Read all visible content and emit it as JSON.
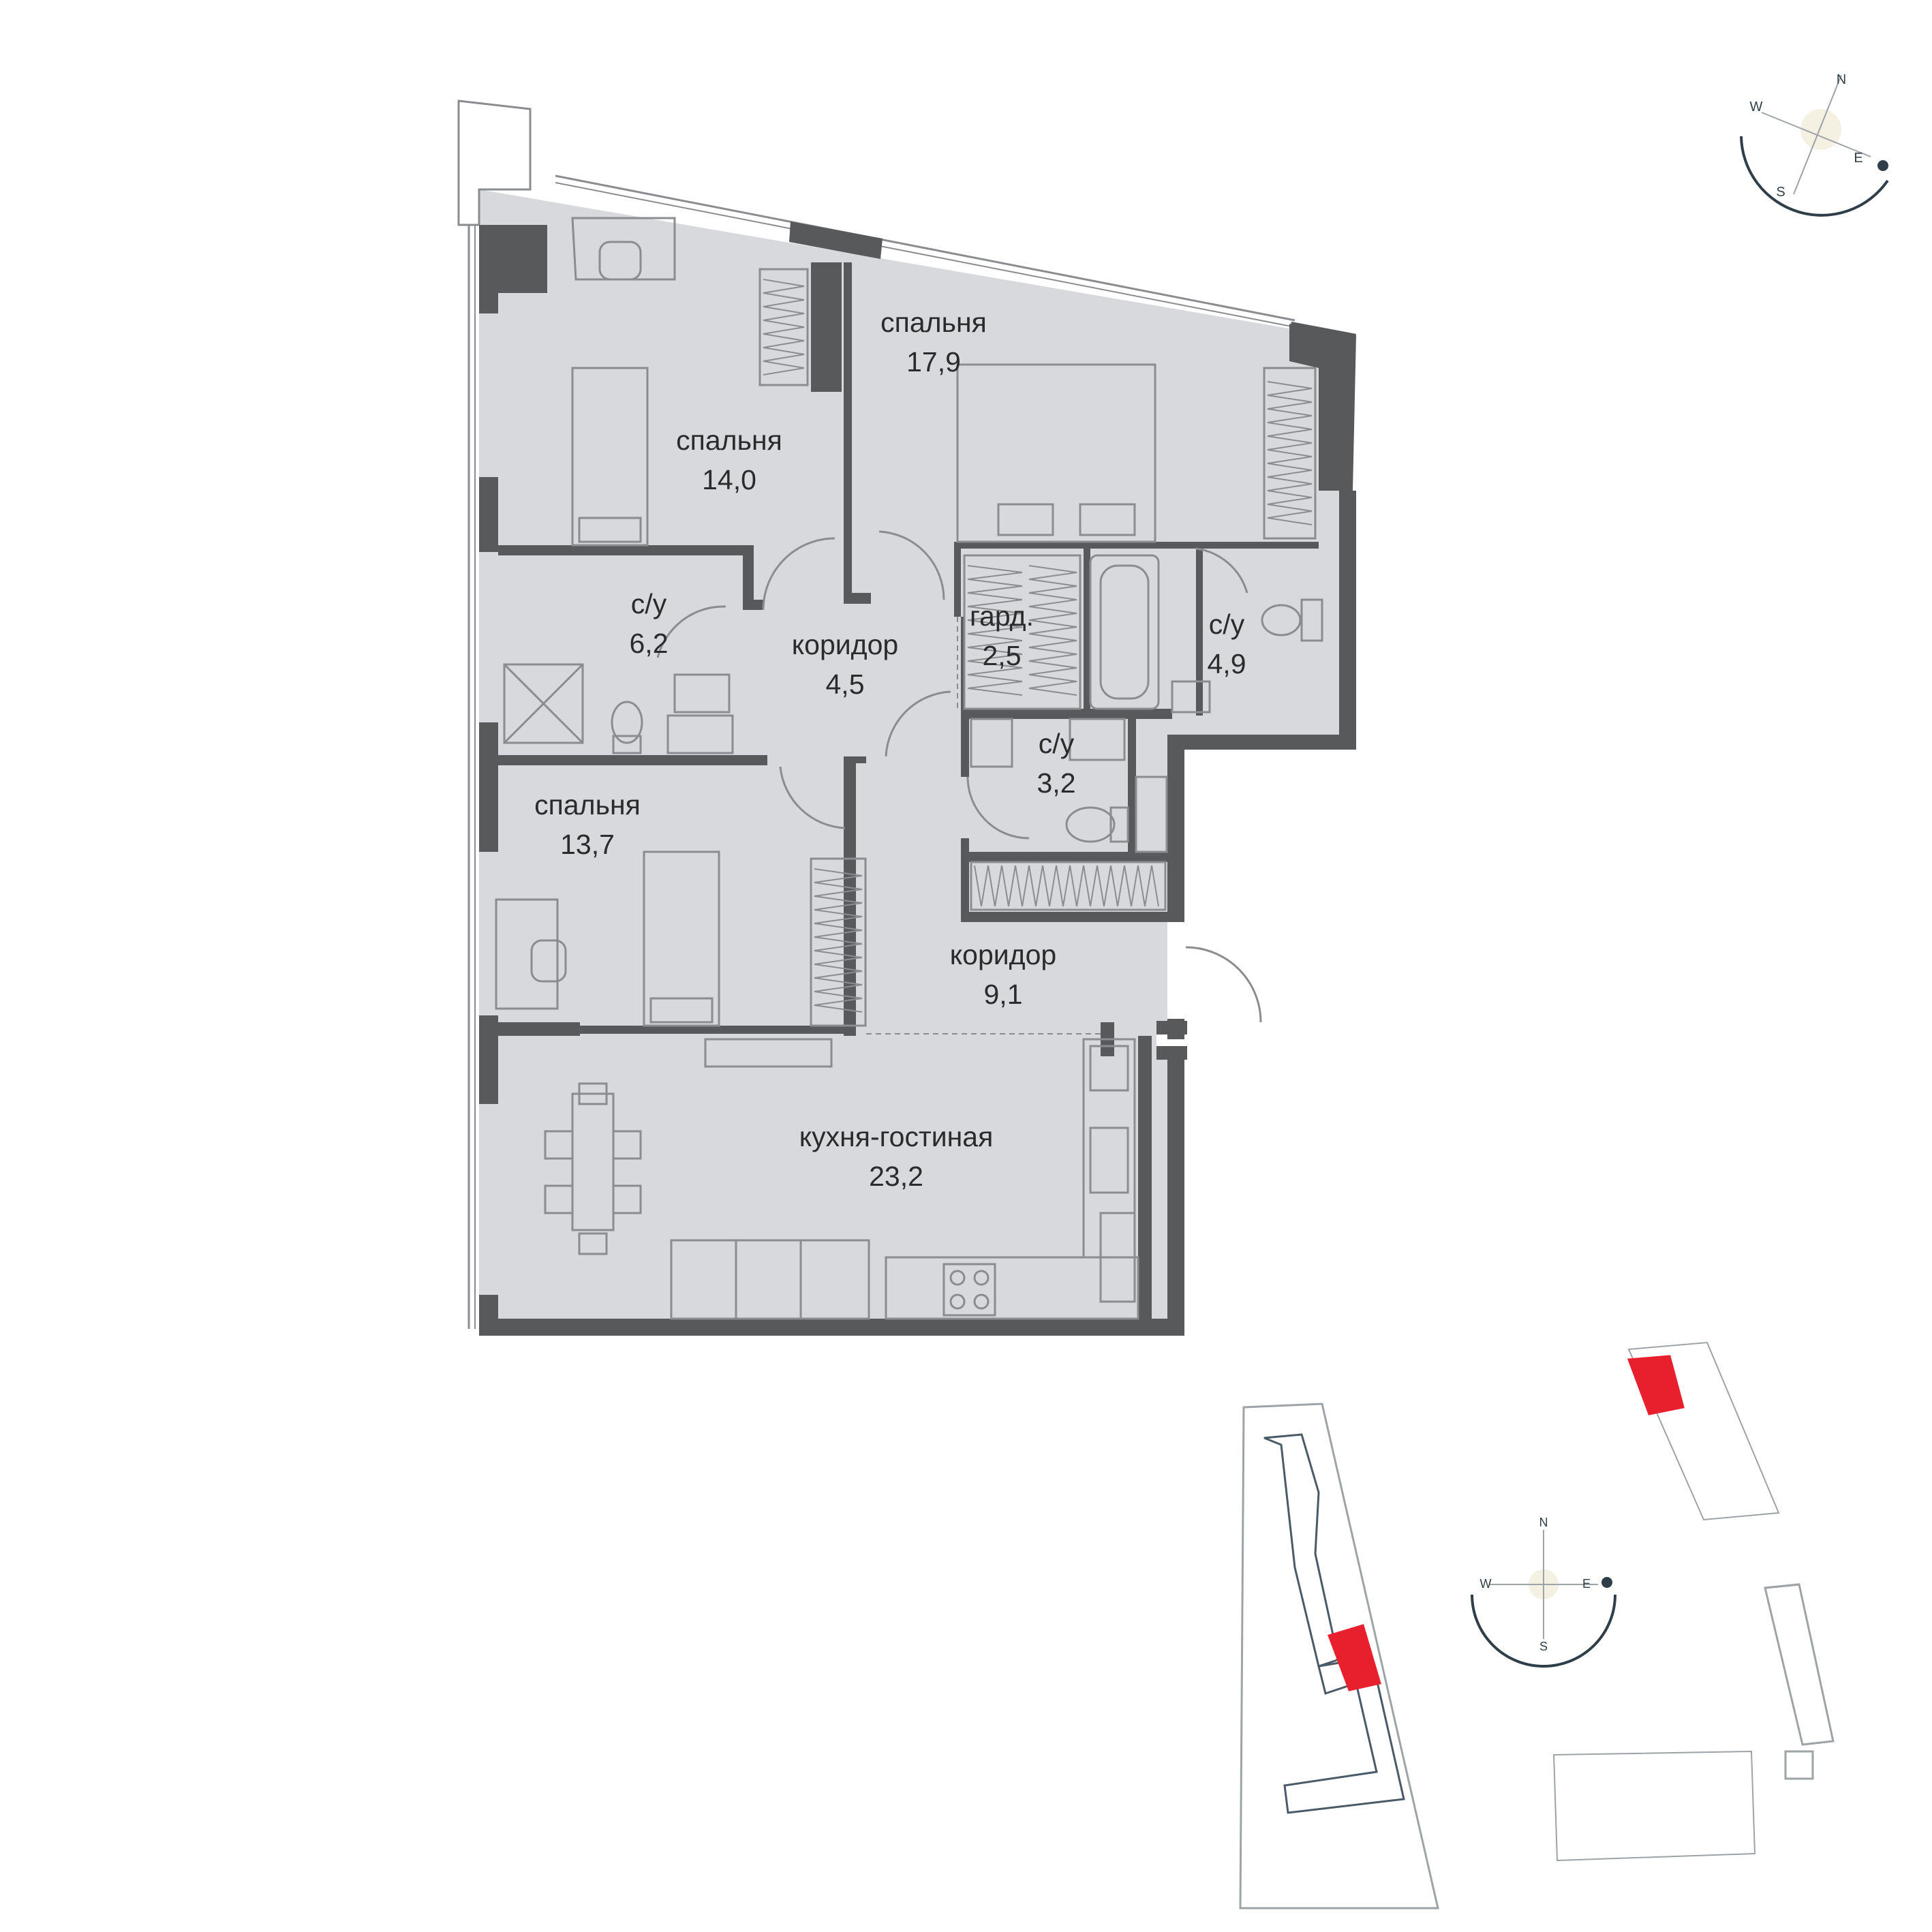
{
  "colors": {
    "floor": "#d8d9dc",
    "wall": "#58595b",
    "line": "#8a8c8f",
    "compass": "#2f3e48",
    "highlight": "#e8202e",
    "site_line": "#9ea3a8"
  },
  "rooms": [
    {
      "id": "bedroom-1",
      "name": "спальня",
      "area": "14,0"
    },
    {
      "id": "bedroom-2",
      "name": "спальня",
      "area": "17,9"
    },
    {
      "id": "bathroom-1",
      "name": "с/у",
      "area": "6,2"
    },
    {
      "id": "corridor-1",
      "name": "коридор",
      "area": "4,5"
    },
    {
      "id": "wardrobe",
      "name": "гард.",
      "area": "2,5"
    },
    {
      "id": "bathroom-2",
      "name": "с/у",
      "area": "4,9"
    },
    {
      "id": "bathroom-3",
      "name": "с/у",
      "area": "3,2"
    },
    {
      "id": "bedroom-3",
      "name": "спальня",
      "area": "13,7"
    },
    {
      "id": "corridor-2",
      "name": "коридор",
      "area": "9,1"
    },
    {
      "id": "kitchen-living",
      "name": "кухня-гостиная",
      "area": "23,2"
    }
  ],
  "compass_main": {
    "n": "N",
    "e": "E",
    "s": "S",
    "w": "W"
  },
  "compass_site": {
    "n": "N",
    "e": "E",
    "s": "S",
    "w": "W"
  }
}
